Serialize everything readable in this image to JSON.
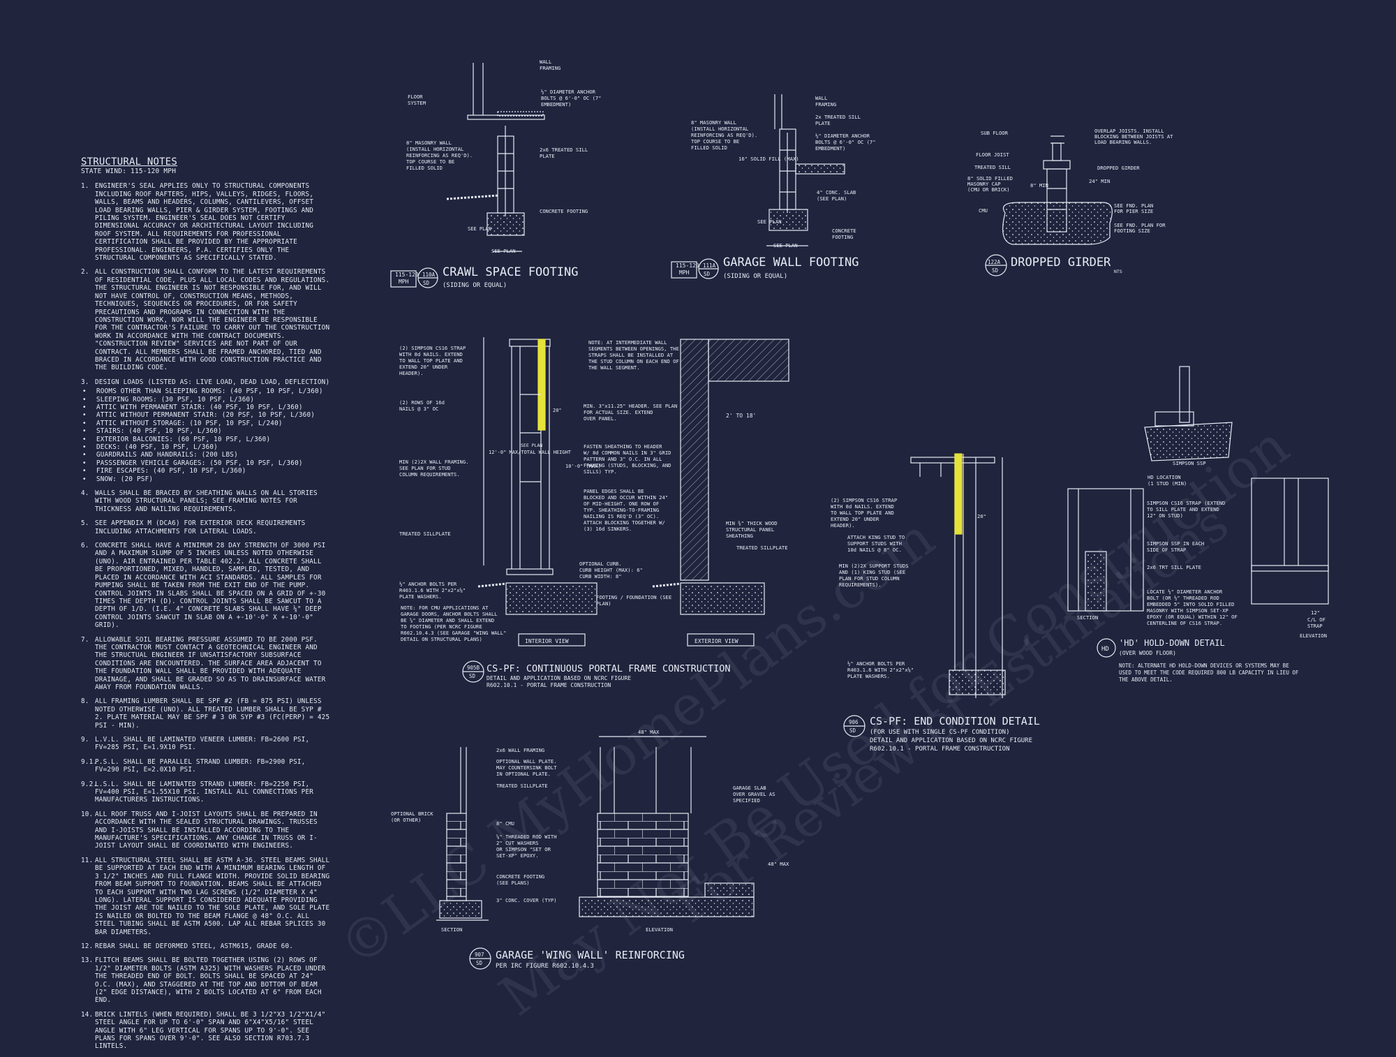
{
  "notes": {
    "title": "STRUCTURAL NOTES",
    "subtitle": "STATE Wind: 115-120 mph",
    "items": [
      {
        "n": "1.",
        "text": "ENGINEER'S SEAL APPLIES ONLY TO STRUCTURAL COMPONENTS INCLUDING ROOF RAFTERS, HIPS, VALLEYS, RIDGES, FLOORS, WALLS, BEAMS AND HEADERS, COLUMNS, CANTILEVERS, OFFSET LOAD BEARING WALLS, PIER & GIRDER SYSTEM, FOOTINGS AND PILING SYSTEM. ENGINEER'S SEAL DOES NOT CERTIFY DIMENSIONAL ACCURACY OR ARCHITECTURAL LAYOUT INCLUDING ROOF SYSTEM. ALL REQUIREMENTS FOR PROFESSIONAL CERTIFICATION SHALL BE PROVIDED BY THE APPROPRIATE PROFESSIONAL. ENGINEERS, P.A. CERTIFIES ONLY THE STRUCTURAL COMPONENTS AS SPECIFICALLY STATED."
      },
      {
        "n": "2.",
        "text": "ALL CONSTRUCTION SHALL CONFORM TO THE LATEST REQUIREMENTS OF RESIDENTIAL CODE, PLUS ALL LOCAL CODES AND REGULATIONS. THE STRUCTURAL ENGINEER IS NOT RESPONSIBLE FOR, AND WILL NOT HAVE CONTROL OF, CONSTRUCTION MEANS, METHODS, TECHNIQUES, SEQUENCES OR PROCEDURES, OR FOR SAFETY PRECAUTIONS AND PROGRAMS IN CONNECTION WITH THE CONSTRUCTION WORK, NOR WILL THE ENGINEER BE RESPONSIBLE FOR THE CONTRACTOR'S FAILURE TO CARRY OUT THE CONSTRUCTION WORK IN ACCORDANCE WITH THE CONTRACT DOCUMENTS. \"CONSTRUCTION REVIEW\" SERVICES ARE NOT PART OF OUR CONTRACT. ALL MEMBERS SHALL BE FRAMED ANCHORED, TIED AND BRACED IN ACCORDANCE WITH GOOD CONSTRUCTION PRACTICE AND THE BUILDING CODE."
      },
      {
        "n": "3.",
        "text": "DESIGN LOADS (LISTED AS: LIVE LOAD, DEAD LOAD, DEFLECTION)"
      }
    ],
    "loads": [
      "ROOMS OTHER THAN SLEEPING ROOMS: (40 PSF, 10 PSF, L/360)",
      "SLEEPING ROOMS: (30 PSF, 10 PSF, L/360)",
      "ATTIC WITH PERMANENT STAIR: (40 PSF, 10 PSF, L/360)",
      "ATTIC WITHOUT PERMANENT STAIR: (20 PSF, 10 PSF, L/360)",
      "ATTIC WITHOUT STORAGE: (10 PSF, 10 PSF, L/240)",
      "STAIRS: (40 PSF, 10 PSF, L/360)",
      "EXTERIOR BALCONIES: (60 PSF, 10 PSF, L/360)",
      "DECKS: (40 PSF, 10 PSF, L/360)",
      "GUARDRAILS AND HANDRAILS: (200 LBS)",
      "PASSSENGER VEHICLE GARAGES: (50 PSF, 10 PSF, L/360)",
      "FIRE ESCAPES: (40 PSF, 10 PSF, L/360)",
      "SNOW: (20 PSF)"
    ],
    "items2": [
      {
        "n": "4.",
        "text": "WALLS SHALL BE BRACED BY SHEATHING WALLS ON ALL STORIES WITH WOOD STRUCTURAL PANELS; SEE FRAMING NOTES FOR THICKNESS AND NAILING REQUIREMENTS."
      },
      {
        "n": "5.",
        "text": "SEE APPENDIX M (DCA6) FOR EXTERIOR DECK REQUIREMENTS INCLUDING ATTACHMENTS FOR LATERAL LOADS."
      },
      {
        "n": "6.",
        "text": "CONCRETE SHALL HAVE A MINIMUM 28 DAY STRENGTH OF 3000 PSI AND A MAXIMUM SLUMP OF 5 INCHES UNLESS NOTED OTHERWISE (UNO). AIR ENTRAINED PER TABLE 402.2. ALL CONCRETE SHALL BE PROPORTIONED, MIXED, HANDLED, SAMPLED, TESTED, AND PLACED IN ACCORDANCE WITH ACI STANDARDS. ALL SAMPLES FOR PUMPING SHALL BE TAKEN FROM THE EXIT END OF THE PUMP. CONTROL JOINTS IN SLABS SHALL BE SPACED ON A GRID OF +-30 TIMES THE DEPTH (D). CONTROL JOINTS SHALL BE SAWCUT TO A DEPTH OF 1/D. (I.E. 4\" CONCRETE SLABS SHALL HAVE ⅛\" DEEP CONTROL JOINTS SAWCUT IN SLAB ON A +-10'-0\" x +-10'-0\" GRID)."
      },
      {
        "n": "7.",
        "text": "ALLOWABLE SOIL BEARING PRESSURE ASSUMED TO BE 2000 PSF. THE CONTRACTOR MUST CONTACT A GEOTECHNICAL ENGINEER AND THE STRUCTUAL ENGINEER IF UNSATISFACTORY SUBSURFACE CONDITIONS ARE ENCOUNTERED. THE SURFACE AREA ADJACENT TO THE FOUNDATION WALL SHALL BE PROVIDED WITH ADEQUATE DRAINAGE, AND SHALL BE GRADED SO AS TO DRAINSURFACE WATER AWAY FROM FOUNDATION WALLS."
      },
      {
        "n": "8.",
        "text": "ALL FRAMING LUMBER SHALL BE SPF #2 (Fb = 875 PSI) UNLESS NOTED OTHERWISE (UNO). ALL TREATED LUMBER SHALL BE SYP # 2. PLATE MATERIAL MAY BE SPF # 3 OR SYP #3 (Fc(perp) = 425 PSI - MIN)."
      },
      {
        "n": "9.",
        "text": "L.V.L. SHALL BE LAMINATED VENEER LUMBER: Fb=2600 PSI, Fv=285 PSI, E=1.9x10 PSI."
      },
      {
        "n": "9.1.",
        "text": "P.S.L. SHALL BE PARALLEL STRAND LUMBER: Fb=2900 PSI, Fv=290 PSI, E=2.0x10 PSI."
      },
      {
        "n": "9.2.",
        "text": "L.S.L. SHALL BE LAMINATED STRAND LUMBER: Fb=2250 PSI, Fv=400 PSI, E=1.55x10 PSI. INSTALL ALL CONNECTIONS PER MANUFACTURERS INSTRUCTIONS."
      },
      {
        "n": "10.",
        "text": "ALL ROOF TRUSS AND I-JOIST LAYOUTS SHALL BE PREPARED IN ACCORDANCE WITH THE SEALED STRUCTURAL DRAWINGS. TRUSSES AND I-JOISTS SHALL BE INSTALLED ACCORDING TO THE MANUFACTURE'S SPECIFICATIONS. ANY CHANGE IN TRUSS OR I-JOIST LAYOUT SHALL BE COORDINATED WITH ENGINEERS."
      },
      {
        "n": "11.",
        "text": "ALL STRUCTURAL STEEL SHALL BE ASTM A-36. STEEL BEAMS SHALL BE SUPPORTED AT EACH END WITH A MINIMUM BEARING LENGTH OF 3 1/2\" INCHES AND FULL FLANGE WIDTH. PROVIDE SOLID BEARING FROM BEAM SUPPORT TO FOUNDATION. BEAMS SHALL BE ATTACHED TO EACH SUPPORT WITH TWO LAG SCREWS (1/2\" DIAMETER x 4\" LONG). LATERAL SUPPORT IS CONSIDERED ADEQUATE PROVIDING THE JOIST ARE TOE NAILED TO THE SOLE PLATE, AND SOLE PLATE IS NAILED OR BOLTED TO THE BEAM FLANGE @ 48\" O.C. ALL STEEL TUBING SHALL BE ASTM A500. LAP ALL REBAR SPLICES 30 BAR DIAMETERS."
      },
      {
        "n": "12.",
        "text": "REBAR SHALL BE DEFORMED STEEL, ASTM615, GRADE 60."
      },
      {
        "n": "13.",
        "text": "FLITCH BEAMS SHALL BE BOLTED TOGETHER USING (2) ROWS OF 1/2\" DIAMETER BOLTS (ASTM A325) WITH WASHERS PLACED UNDER THE THREADED END OF BOLT. BOLTS SHALL BE SPACED AT 24\" O.C. (MAX), AND STAGGERED AT THE TOP AND BOTTOM OF BEAM (2\" EDGE DISTANCE), WITH 2 BOLTS LOCATED AT 6\" FROM EACH END."
      },
      {
        "n": "14.",
        "text": "BRICK LINTELS (WHEN REQUIRED) SHALL BE 3 1/2\"x3 1/2\"x1/4\" STEEL ANGLE FOR UP TO 6'-0\" SPAN AND 6\"x4\"x5/16\" STEEL ANGLE WITH 6\" LEG VERTICAL FOR SPANS UP TO 9'-0\". SEE PLANS FOR SPANS OVER 9'-0\". SEE ALSO SECTION R703.7.3 LINTELS."
      }
    ]
  },
  "details": {
    "crawl": {
      "badge_top": "115-120",
      "badge_bot": "MPH",
      "num": "110A",
      "sheet": "SD",
      "title": "CRAWL SPACE FOOTING",
      "sub": "(SIDING OR EQUAL)",
      "labels": [
        "WALL",
        "FRAMING",
        "FLOOR",
        "SYSTEM",
        "½\" DIAMETER ANCHOR",
        "BOLTS @ 6'-0\" OC (7\"",
        "EMBEDMENT)",
        "8\" MASONRY WALL",
        "(INSTALL HORIZONTAL",
        "REINFORCING AS REQ'D).",
        "TOP COURSE TO BE",
        "FILLED SOLID",
        "2x6 TREATED SILL",
        "PLATE",
        "CONCRETE FOOTING",
        "SEE PLAN",
        "SEE PLAN"
      ]
    },
    "garage": {
      "badge_top": "115-120",
      "badge_bot": "MPH",
      "num": "111A",
      "sheet": "SD",
      "title": "GARAGE WALL FOOTING",
      "sub": "(SIDING OR EQUAL)",
      "labels": [
        "WALL",
        "FRAMING",
        "8\" MASONRY WALL",
        "(INSTALL HORIZONTAL",
        "REINFORCING AS REQ'D).",
        "TOP COURSE TO BE",
        "FILLED SOLID",
        "2x TREATED SILL",
        "PLATE",
        "½\" DIAMETER ANCHOR",
        "BOLTS @ 6'-0\" OC (7\"",
        "EMBEDMENT)",
        "4\" CONC. SLAB",
        "(SEE PLAN)",
        "CONCRETE",
        "FOOTING",
        "SEE PLAN",
        "SEE PLAN",
        "16\" SOLID FILL (MAX)"
      ]
    },
    "girder": {
      "num": "122A",
      "sheet": "SD",
      "title": "DROPPED GIRDER",
      "nts": "NTS",
      "labels": [
        "SUB FLOOR",
        "FLOOR JOIST",
        "TREATED SILL",
        "8\" SOLID FILLED",
        "MASONRY CAP",
        "(CMU OR BRICK)",
        "CMU",
        "OVERLAP JOISTS. INSTALL",
        "BLOCKING BETWEEN JOISTS AT",
        "LOAD BEARING WALLS.",
        "DROPPED GIRDER",
        "SEE FND. PLAN",
        "FOR PIER SIZE",
        "SEE FND. PLAN FOR",
        "FOOTING SIZE",
        "8\" MIN",
        "24\" MIN"
      ]
    },
    "portal": {
      "num": "905B",
      "sheet": "SD",
      "title": "CS-PF: CONTINUOUS PORTAL FRAME CONSTRUCTION",
      "sub1": "DETAIL AND APPLICATION BASED ON NCRC FIGURE",
      "sub2": "R602.10.1 - PORTAL FRAME CONSTRUCTION",
      "labels": [
        "(2) SIMPSON CS16 STRAP",
        "WITH 8d NAILS. EXTEND",
        "TO WALL TOP PLATE AND",
        "EXTEND 20\" UNDER",
        "HEADER).",
        "(2) ROWS OF 16d",
        "NAILS @ 3\" OC",
        "MIN (2)2X WALL FRAMING.",
        "SEE PLAN FOR STUD",
        "COLUMN REQUIREMENTS.",
        "TREATED SILLPLATE",
        "½\" ANCHOR BOLTS PER",
        "R403.1.6 WITH 2\"x2\"x⅛\"",
        "PLATE WASHERS.",
        "NOTE: AT INTERMEDIATE WALL",
        "SEGMENTS BETWEEN OPENINGS, THE",
        "STRAPS SHALL BE INSTALLED AT",
        "THE STUD COLUMN ON EACH END OF",
        "THE WALL SEGMENT.",
        "MIN. 3\"x11.25\" HEADER. SEE PLAN",
        "FOR ACTUAL SIZE. EXTEND",
        "OVER PANEL.",
        "FASTEN SHEATHING TO HEADER",
        "W/ 8d COMMON NAILS IN 3\" GRID",
        "PATTERN AND 3\" O.C. IN ALL",
        "FRAMING (STUDS, BLOCKING, AND",
        "SILLS) TYP.",
        "PANEL EDGES SHALL BE",
        "BLOCKED AND OCCUR WITHIN 24\"",
        "OF MID-HEIGHT. ONE ROW OF",
        "TYP. SHEATHING-TO-FRAMING",
        "NAILING IS REQ'D (3\" OC).",
        "ATTACH BLOCKING TOGETHER W/",
        "(3) 16d SINKERS.",
        "OPTIONAL CURB.",
        "CURB HEIGHT (MAX): 6\"",
        "CURB WIDTH: 8\"",
        "FOOTING / FOUNDATION (SEE",
        "PLAN)",
        "MIN ⅜\" THICK WOOD",
        "STRUCTURAL PANEL",
        "SHEATHING",
        "TREATED SILLPLATE",
        "NOTE: FOR CMU APPLICATIONS AT",
        "GARAGE DOORS, ANCHOR BOLTS SHALL",
        "BE ⅝\" DIAMETER AND SHALL EXTEND",
        "TO FOOTING (PER NCRC FIGURE",
        "R602.10.4.3 (SEE GARAGE \"WING WALL\"",
        "DETAIL ON STRUCTURAL PLANS)",
        "INTERIOR VIEW",
        "EXTERIOR VIEW",
        "12'-0\" MAX/TOTAL WALL HEIGHT",
        "10'-0\" (MAX)",
        "20\"",
        "2' TO 18'",
        "SEE PLAN"
      ]
    },
    "end": {
      "num": "906",
      "sheet": "SD",
      "title": "CS-PF: END CONDITION DETAIL",
      "sub1": "(FOR USE WITH SINGLE CS-PF CONDITION)",
      "sub2": "DETAIL AND APPLICATION BASED ON NCRC FIGURE",
      "sub3": "R602.10.1 - PORTAL FRAME CONSTRUCTION",
      "labels": [
        "(2) SIMPSON CS16 STRAP",
        "WITH 8d NAILS. EXTEND",
        "TO WALL TOP PLATE AND",
        "EXTEND 20\" UNDER",
        "HEADER).",
        "ATTACH KING STUD TO",
        "SUPPORT STUDS WITH",
        "10d NAILS @ 8\" OC.",
        "MIN (2)2X SUPPORT STUDS",
        "AND (1) KING STUD (SEE",
        "PLAN FOR STUD COLUMN",
        "REQUIREMENTS).",
        "½\" ANCHOR BOLTS PER",
        "R403.1.6 WITH 2\"x2\"x⅛\"",
        "PLATE WASHERS.",
        "20\""
      ]
    },
    "hd": {
      "num": "HD",
      "title": "'HD' HOLD-DOWN DETAIL",
      "sub": "(OVER WOOD FLOOR)",
      "note1": "NOTE: ALTERNATE HD HOLD-DOWN DEVICES OR SYSTEMS MAY BE",
      "note2": "USED TO MEET THE CODE REQUIRED 800 LB CAPACITY IN LIEU OF",
      "note3": "THE ABOVE DETAIL.",
      "labels": [
        "SIMPSON SSP",
        "HD LOCATION",
        "(1 STUD (MIN)",
        "SIMPSON CS16 STRAP (EXTEND",
        "TO SILL PLATE AND EXTEND",
        "12\" ON STUD)",
        "SIMPSON SSP IN EACH",
        "SIDE OF STRAP",
        "2x6 TRT SILL PLATE",
        "LOCATE ½\" DIAMETER ANCHOR",
        "BOLT (OR ½\" THREADED ROD",
        "EMBEDDED 5\" INTO SOLID FILLED",
        "MASONRY WITH SIMPSON SET-XP",
        "EPOXY (OR EQUAL) WITHIN 12\" OF",
        "CENTERLINE OF CS16 STRAP.",
        "12\"",
        "C/L OF",
        "STRAP",
        "SECTION",
        "ELEVATION"
      ]
    },
    "wing": {
      "num": "907",
      "sheet": "SD",
      "title": "GARAGE 'WING WALL' REINFORCING",
      "sub": "PER IRC FIGURE R602.10.4.3",
      "labels": [
        "48\" MAX",
        "2x6 WALL FRAMING",
        "OPTIONAL WALL PLATE.",
        "MAY COUNTERSINK BOLT",
        "IN OPTIONAL PLATE.",
        "TREATED SILLPLATE",
        "OPTIONAL BRICK",
        "(OR OTHER)",
        "8\" CMU",
        "⅝\" THREADED ROD WITH",
        "2\" CUT WASHERS",
        "OR SIMPSON \"SET OR",
        "SET-XP\" EPOXY.",
        "CONCRETE FOOTING",
        "(SEE PLANS)",
        "3\" CONC. COVER (TYP)",
        "GARAGE SLAB",
        "OVER GRAVEL AS",
        "SPECIFIED",
        "48\" MAX",
        "SECTION",
        "ELEVATION"
      ]
    }
  },
  "watermark": {
    "line1": "©LLC MyHomePlans.com",
    "line2": "May Not Be Used for Construction",
    "line3": "For Review of Estimations"
  }
}
